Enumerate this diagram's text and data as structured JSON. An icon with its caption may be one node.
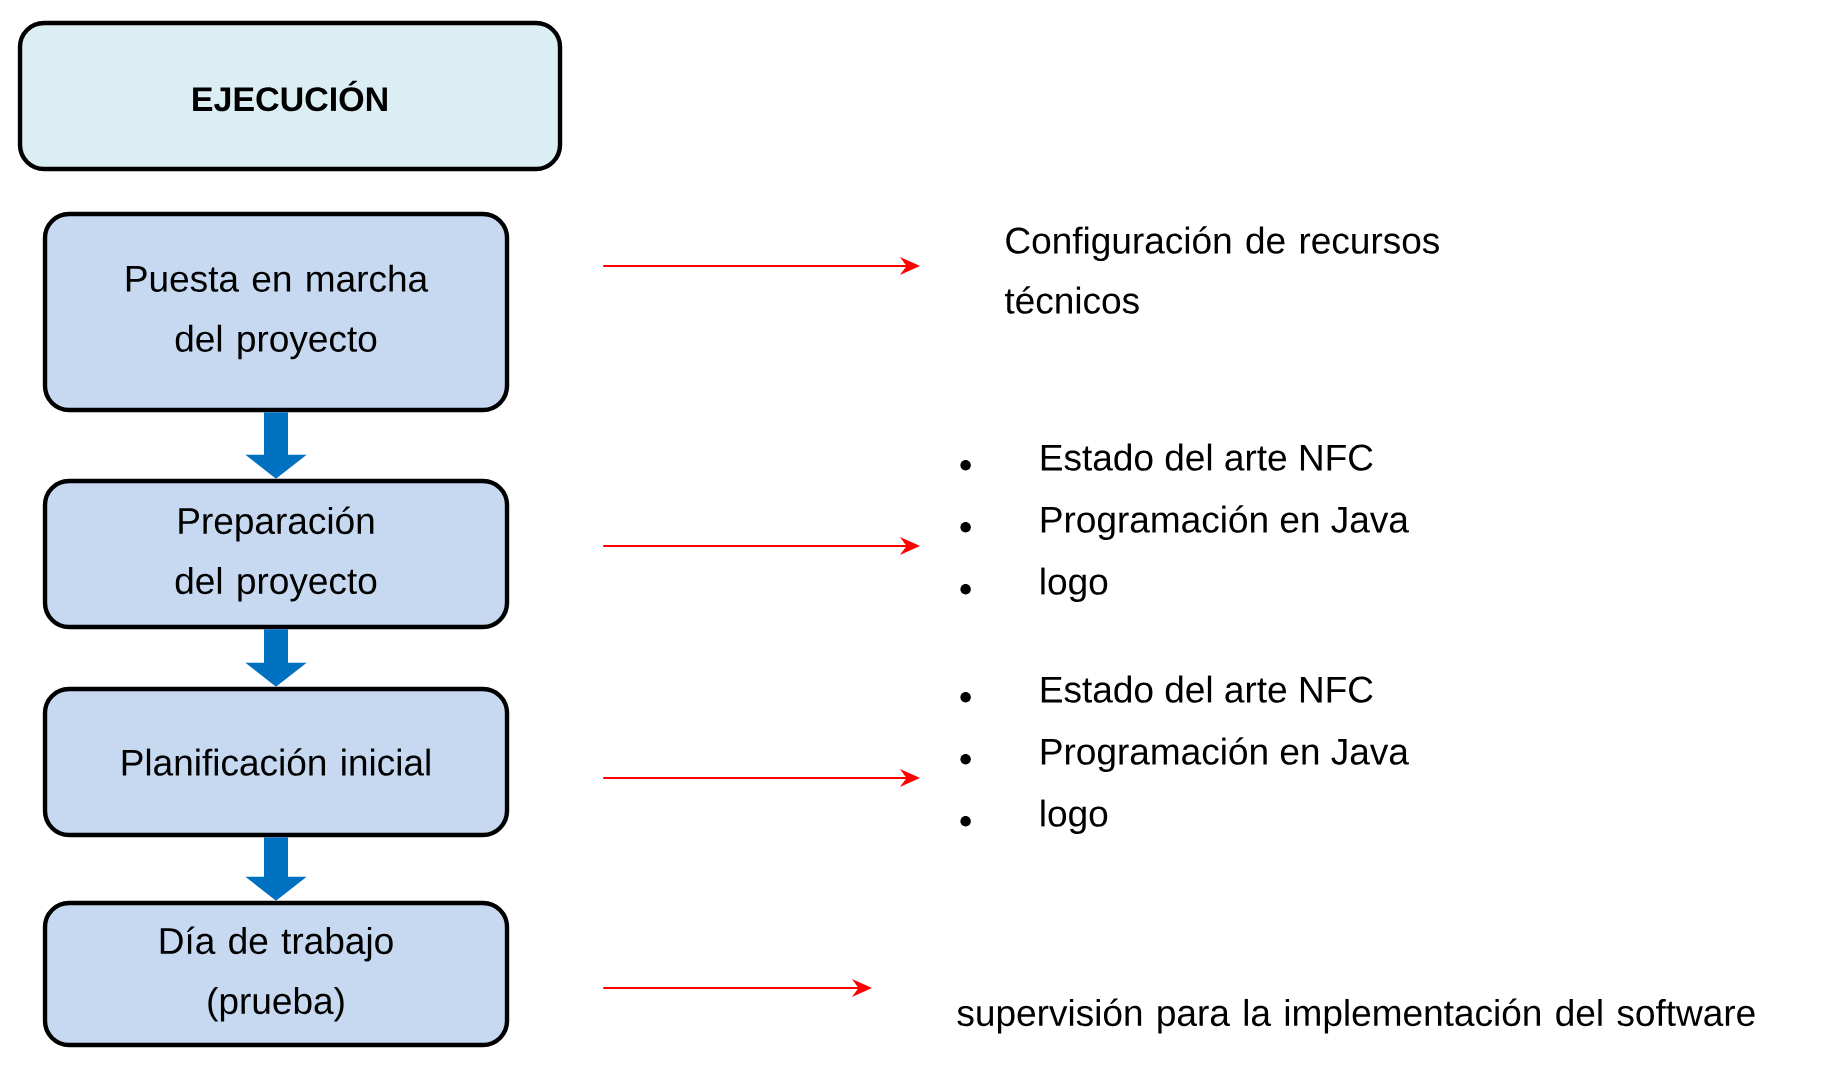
{
  "diagram": {
    "nodes": [
      {
        "text": [
          "EJECUCIÓN"
        ]
      },
      {
        "text": [
          "Puesta en marcha del proyecto"
        ]
      },
      {
        "text": [
          "Preparación del proyecto"
        ]
      },
      {
        "text": [
          "Planificación inicial"
        ]
      },
      {
        "text": [
          "Día de trabajo (prueba)"
        ]
      },
      {
        "text": [
          "Configuración de recursos técnicos"
        ]
      },
      {
        "text": [
          "Estado del arte NFC",
          "Programación en Java",
          "logo"
        ]
      },
      {
        "text": [
          "Estado del arte NFC",
          "Programación en Java",
          "logo"
        ]
      },
      {
        "text": [
          "supervisión para la implementación del software"
        ]
      }
    ],
    "edges": [
      {
        "from": 1,
        "to": 2,
        "arrow": "to",
        "style": "thick",
        "color": "#0070c0"
      },
      {
        "from": 2,
        "to": 3,
        "arrow": "to",
        "style": "thick",
        "color": "#0070c0"
      },
      {
        "from": 3,
        "to": 4,
        "arrow": "to",
        "style": "thick",
        "color": "#0070c0"
      },
      {
        "from": 1,
        "to": 5,
        "arrow": "to"
      },
      {
        "from": 2,
        "to": 6,
        "arrow": "to"
      },
      {
        "from": 3,
        "to": 7,
        "arrow": "to"
      },
      {
        "from": 4,
        "to": 8,
        "arrow": "to"
      }
    ]
  }
}
